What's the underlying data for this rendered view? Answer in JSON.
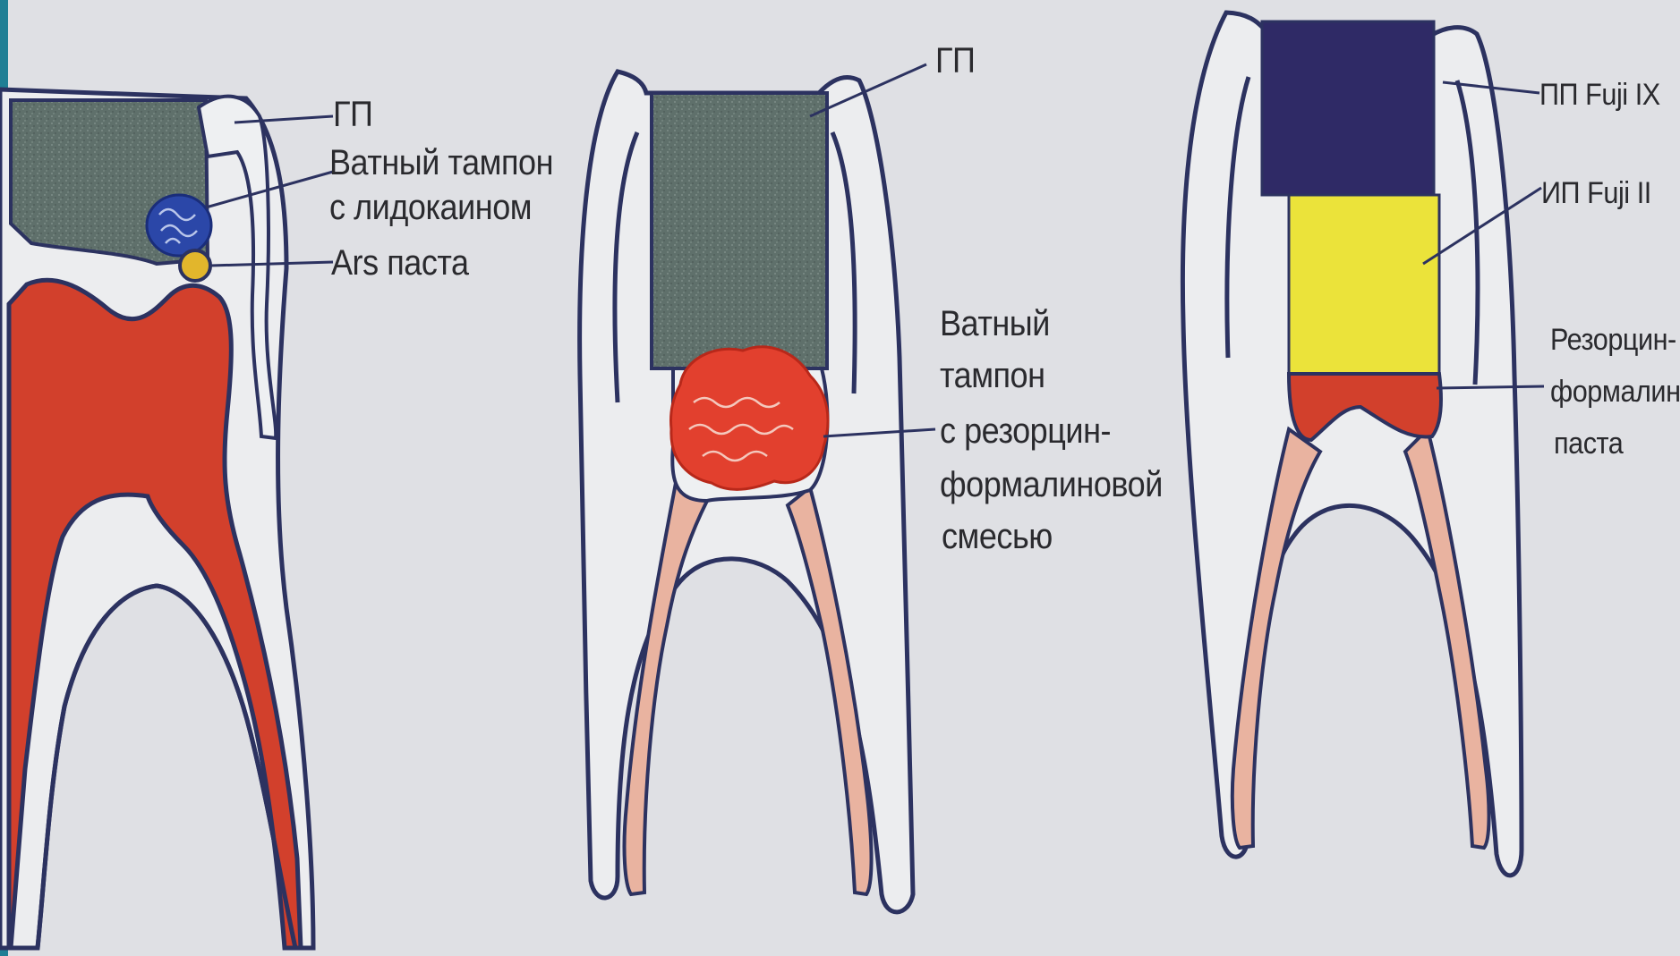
{
  "diagram": {
    "figure_1": {
      "label_gp": "ГП",
      "label_cotton_line1": "Ватный тампон",
      "label_cotton_line2": "с лидокаином",
      "label_ars": "Ars паста"
    },
    "figure_2": {
      "label_gp": "ГП",
      "label_cotton_line1": "Ватный",
      "label_cotton_line2": "тампон",
      "label_cotton_line3": "с резорцин-",
      "label_cotton_line4": "формалиновой",
      "label_cotton_line5": "смесью"
    },
    "figure_3": {
      "label_pp": "ПП Fuji IX",
      "label_ip": "ИП Fuji II",
      "label_paste_line1": "Резорцин-",
      "label_paste_line2": "формалино",
      "label_paste_line3": "паста"
    }
  },
  "colors": {
    "background": "#dfe0e4",
    "frame_bar": "#1f7f95",
    "outline": "#2c3260",
    "pulp_red": "#d2402c",
    "root_filling": "#e9b3a0",
    "gp_grey": "#5d6e69",
    "cotton_blue": "#1f3f9a",
    "ars_yellow": "#e2b62c",
    "pp_indigo": "#2f2a66",
    "ip_yellow": "#ebe33a"
  },
  "icons": {
    "fig1": "tooth-devital-arsenic-icon",
    "fig2": "tooth-resorcinol-formalin-icon",
    "fig3": "tooth-glass-ionomer-restoration-icon"
  }
}
